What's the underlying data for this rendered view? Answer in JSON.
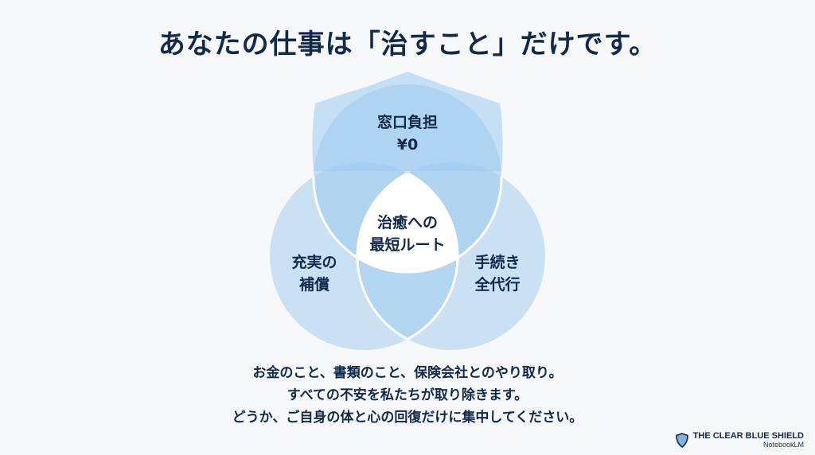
{
  "title": "あなたの仕事は「治すこと」だけです。",
  "venn": {
    "top": [
      "窓口負担",
      "¥0"
    ],
    "left": [
      "充実の",
      "補償"
    ],
    "right": [
      "手続き",
      "全代行"
    ],
    "center": [
      "治癒への",
      "最短ルート"
    ]
  },
  "caption": [
    "お金のこと、書類のこと、保険会社とのやり取り。",
    "すべての不安を私たちが取り除きます。",
    "どうか、ご自身の体と心の回復だけに集中してください。"
  ],
  "brand": {
    "name": "THE CLEAR BLUE SHIELD",
    "sub": "NotebookLM"
  },
  "colors": {
    "navy": "#13294b",
    "circle": "#a9d0ef",
    "shield": "#bcdcf4"
  }
}
